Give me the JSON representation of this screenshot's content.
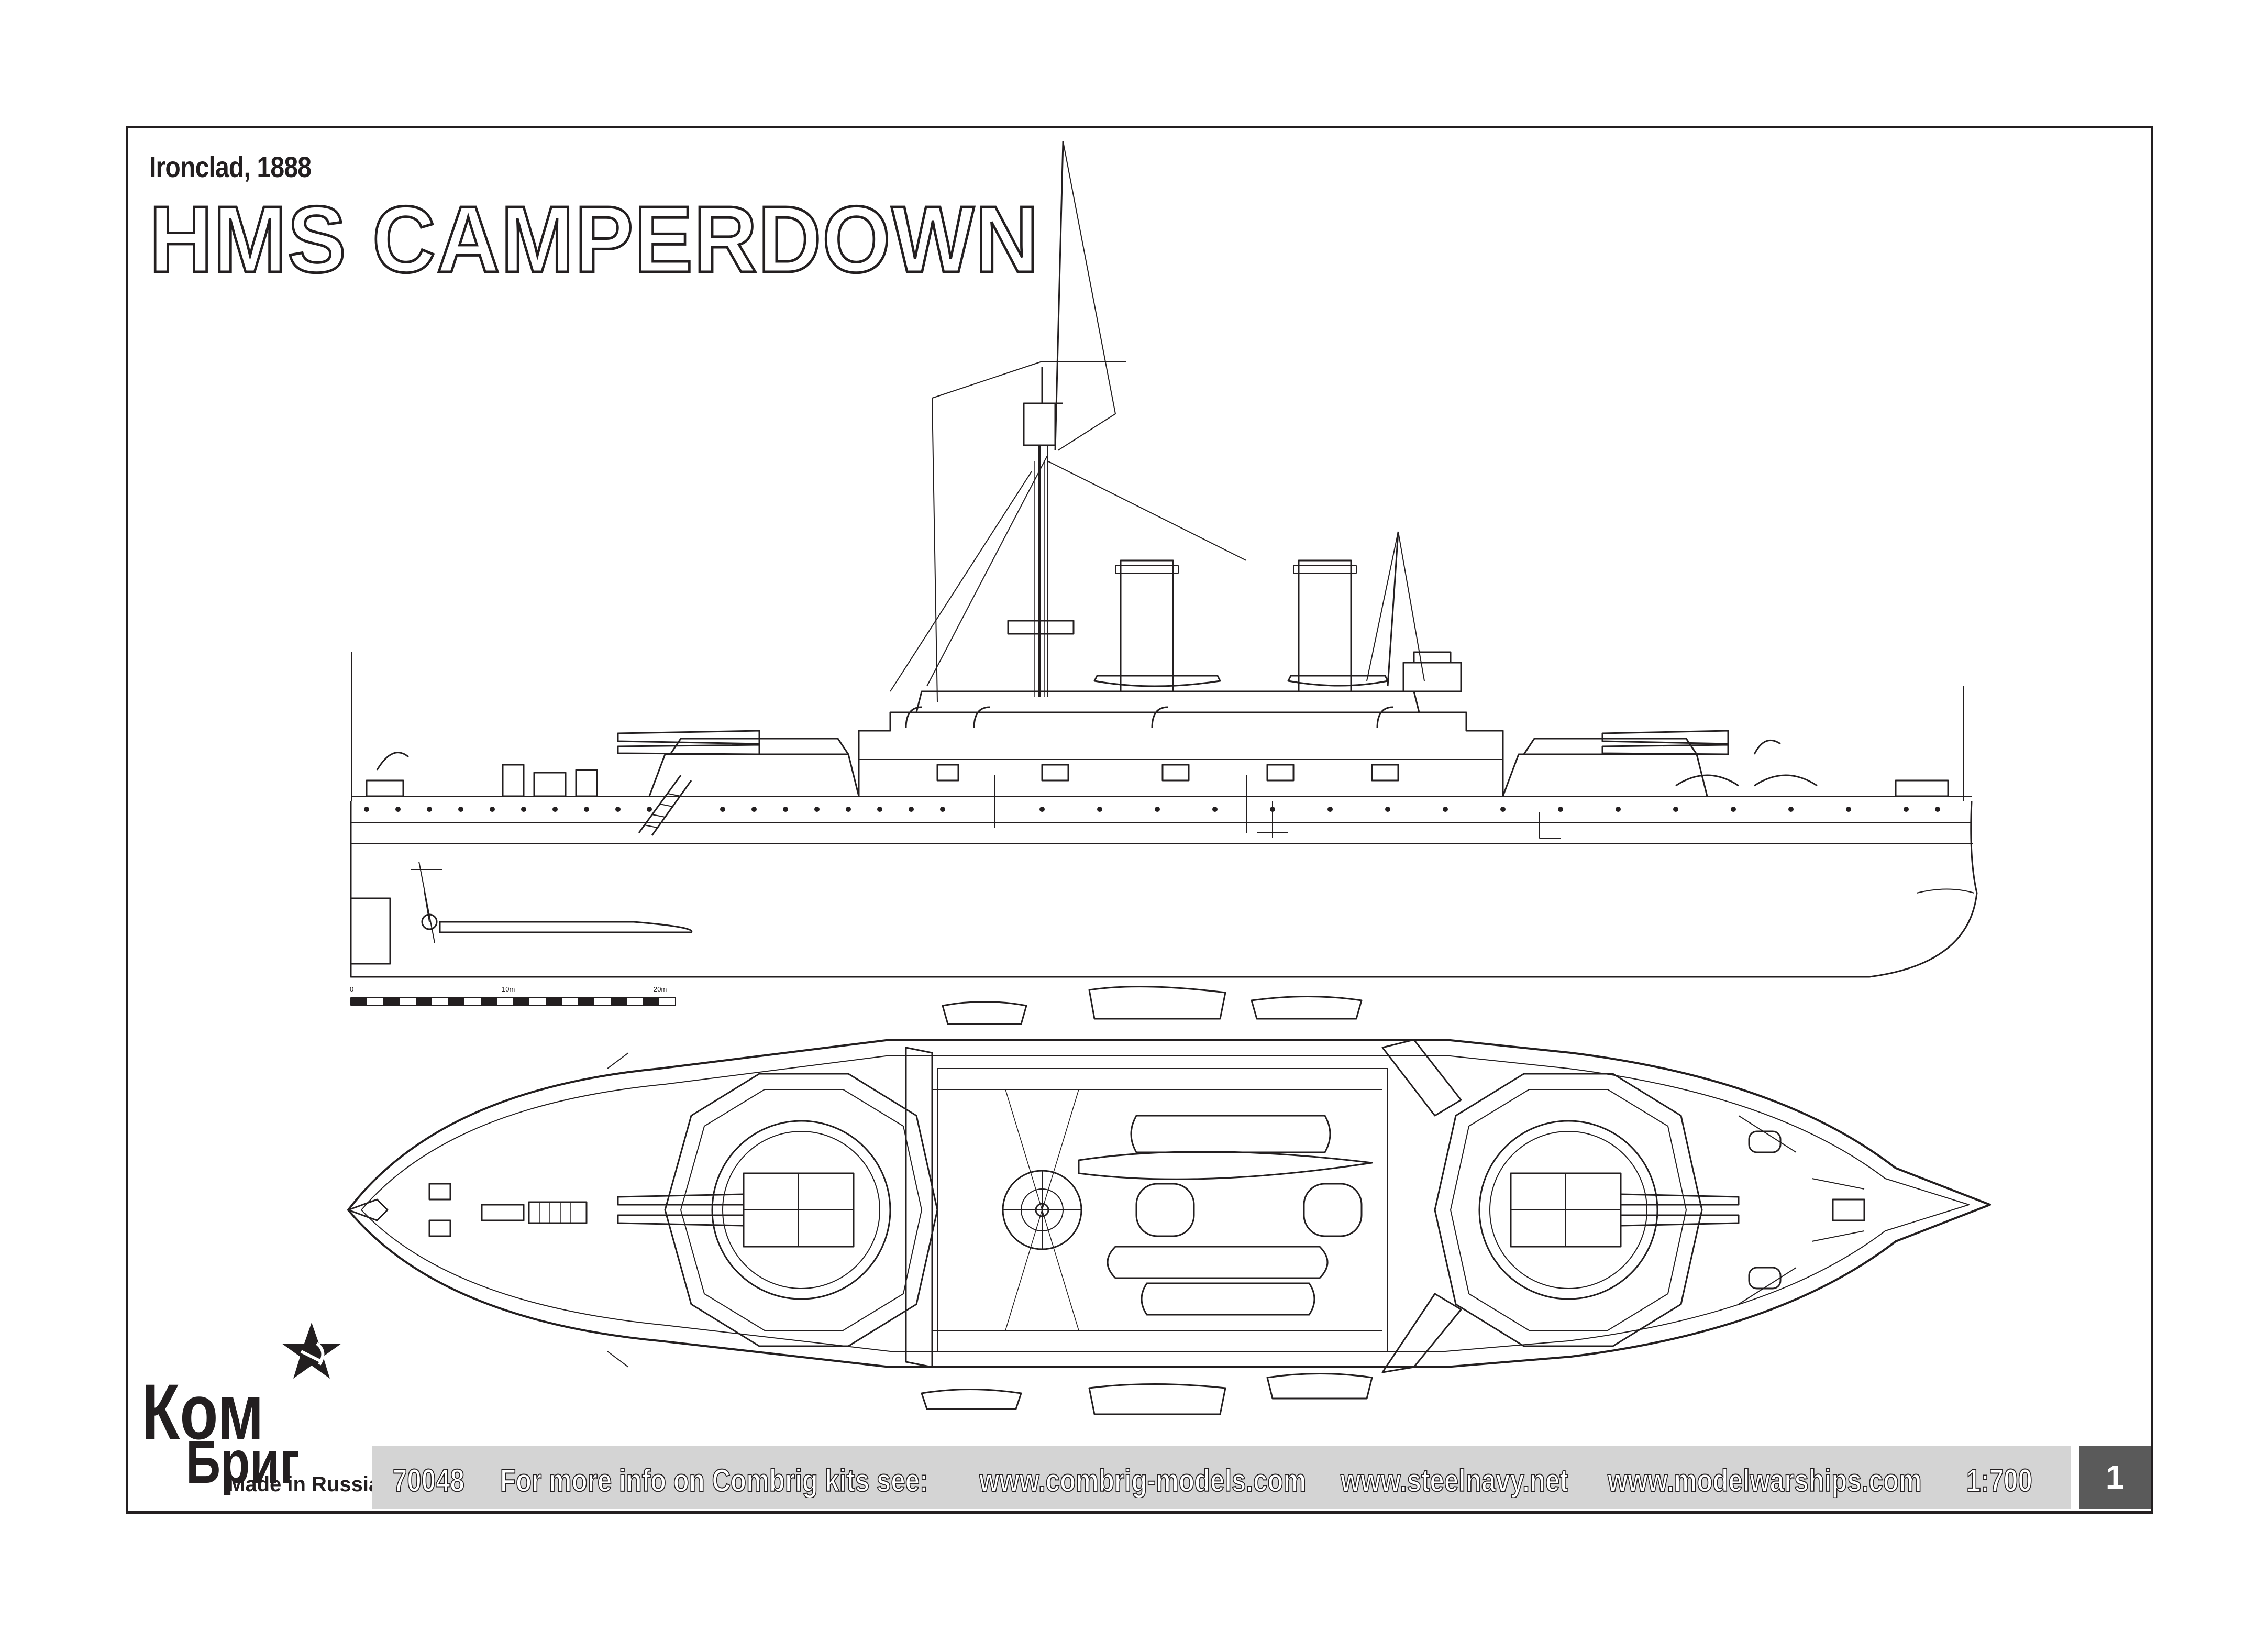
{
  "header": {
    "subtitle": "Ironclad, 1888",
    "title": "HMS CAMPERDOWN"
  },
  "scale_bar": {
    "labels": [
      "0",
      "10m",
      "20m"
    ]
  },
  "logo": {
    "line1": "Ком",
    "line2": "Бриг",
    "tagline": "Made in Russia"
  },
  "footer": {
    "kit_number": "70048",
    "info": "For more info on Combrig kits see:",
    "links": [
      "www.combrig-models.com",
      "www.steelnavy.net",
      "www.modelwarships.com"
    ],
    "scale": "1:700",
    "page_number": "1"
  },
  "colors": {
    "line": "#231f20",
    "footer_band": "#d4d4d4",
    "page_box": "#5a5a5a"
  }
}
